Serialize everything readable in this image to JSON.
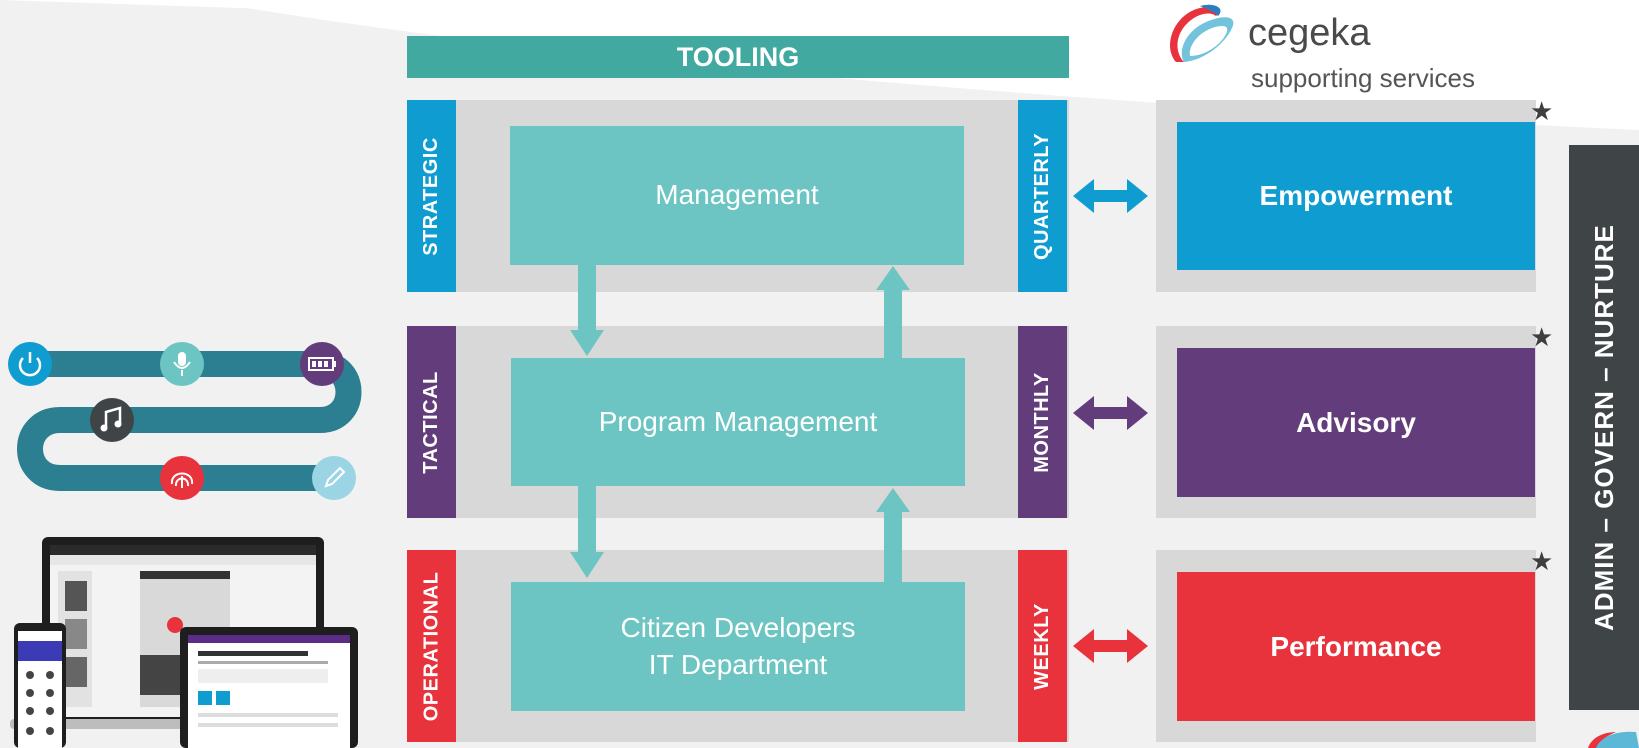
{
  "tooling": {
    "label": "TOOLING"
  },
  "brand": {
    "name": "cegeka",
    "subtitle": "supporting services"
  },
  "admin_bar": {
    "label": "ADMIN – GOVERN –  NURTURE"
  },
  "rows": [
    {
      "level": "STRATEGIC",
      "box": [
        "Management"
      ],
      "cadence": "QUARTERLY",
      "service": "Empowerment",
      "color": "#0f9cd0"
    },
    {
      "level": "TACTICAL",
      "box": [
        "Program Management"
      ],
      "cadence": "MONTHLY",
      "service": "Advisory",
      "color": "#633c7c"
    },
    {
      "level": "OPERATIONAL",
      "box": [
        "Citizen Developers",
        "IT Department"
      ],
      "cadence": "WEEKLY",
      "service": "Performance",
      "color": "#e8323c"
    }
  ],
  "colors": {
    "teal_dark": "#42a9a1",
    "teal_box": "#6cc5c2",
    "panel_gray": "#d8d8d8",
    "admin_gray": "#3f4446"
  },
  "icons": [
    "power-icon",
    "microphone-icon",
    "battery-icon",
    "music-icon",
    "fingerprint-icon",
    "pencil-icon",
    "devices-illustration",
    "star-icon",
    "cegeka-logo-icon"
  ]
}
